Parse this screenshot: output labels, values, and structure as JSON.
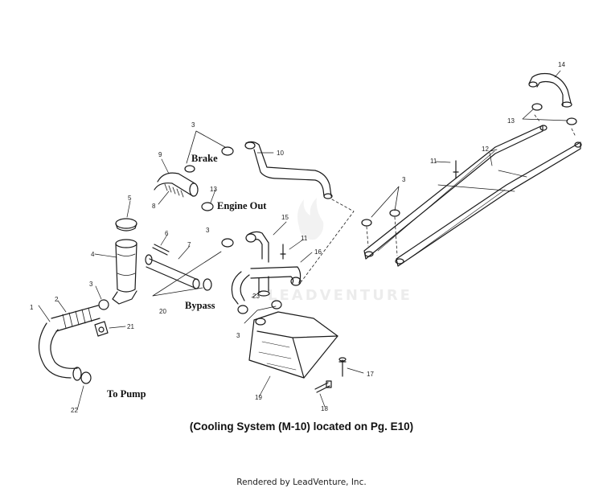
{
  "callouts": {
    "brake": "Brake",
    "engine_out": "Engine Out",
    "bypass": "Bypass",
    "to_pump": "To Pump"
  },
  "part_numbers": [
    "14",
    "13",
    "3",
    "10",
    "11",
    "12",
    "9",
    "13",
    "3",
    "8",
    "5",
    "15",
    "11",
    "6",
    "3",
    "7",
    "16",
    "4",
    "23",
    "3",
    "20",
    "1",
    "2",
    "21",
    "3",
    "17",
    "19",
    "18",
    "22"
  ],
  "caption": "(Cooling System (M-10) located on Pg. E10)",
  "footer": "Rendered by LeadVenture, Inc.",
  "watermark": "LEADVENTURE"
}
